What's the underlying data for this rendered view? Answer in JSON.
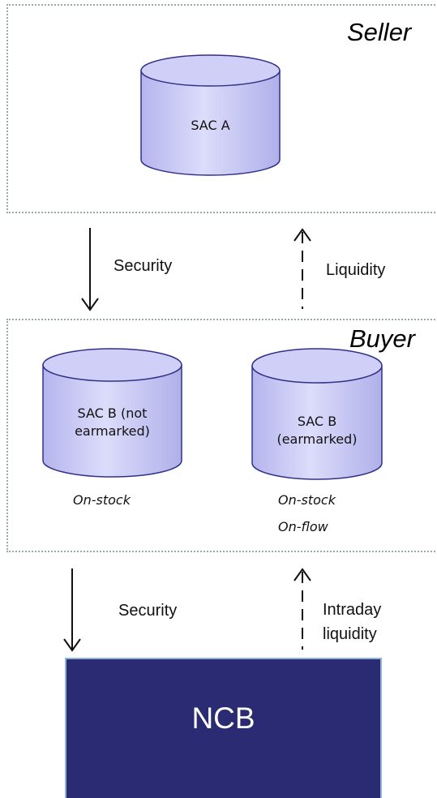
{
  "seller": {
    "title": "Seller",
    "account": "SAC A"
  },
  "seller_to_buyer": {
    "security_label": "Security",
    "liquidity_label": "Liquidity"
  },
  "buyer": {
    "title": "Buyer",
    "account_not_earmarked": "SAC B (not earmarked)",
    "account_not_earmarked_lines": [
      "SAC B (not",
      "earmarked)"
    ],
    "account_earmarked": "SAC B (earmarked)",
    "account_earmarked_lines": [
      "SAC B",
      "(earmarked)"
    ],
    "not_earmarked_note": "On-stock",
    "earmarked_notes": [
      "On-stock",
      "On-flow"
    ]
  },
  "buyer_to_ncb": {
    "security_label": "Security",
    "liquidity_label_lines": [
      "Intraday",
      "liquidity"
    ]
  },
  "ncb": {
    "label": "NCB",
    "fill_color": "#2b2b73"
  },
  "colors": {
    "cylinder_fill": "#c9c9f3",
    "cylinder_outline": "#31318a",
    "zone_border": "#9aa9a9"
  }
}
